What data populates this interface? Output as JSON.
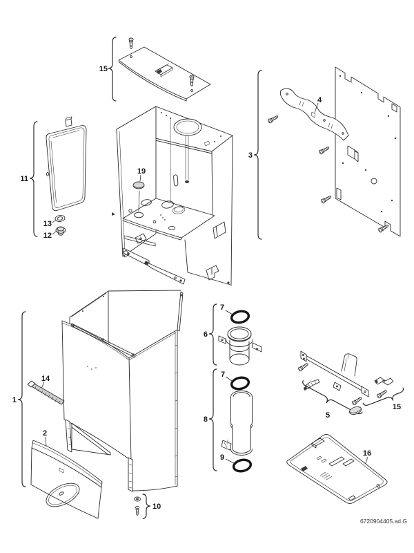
{
  "figure": {
    "doc_number": "6720904405.ad.G",
    "callouts": {
      "c15_top": "15",
      "c19": "19",
      "c3": "3",
      "c4": "4",
      "c11": "11",
      "c13": "13",
      "c12": "12",
      "c1": "1",
      "c14": "14",
      "c2": "2",
      "c10": "10",
      "c7a": "7",
      "c6": "6",
      "c7b": "7",
      "c8": "8",
      "c9": "9",
      "c5": "5",
      "c15b": "15",
      "c16": "16"
    }
  }
}
